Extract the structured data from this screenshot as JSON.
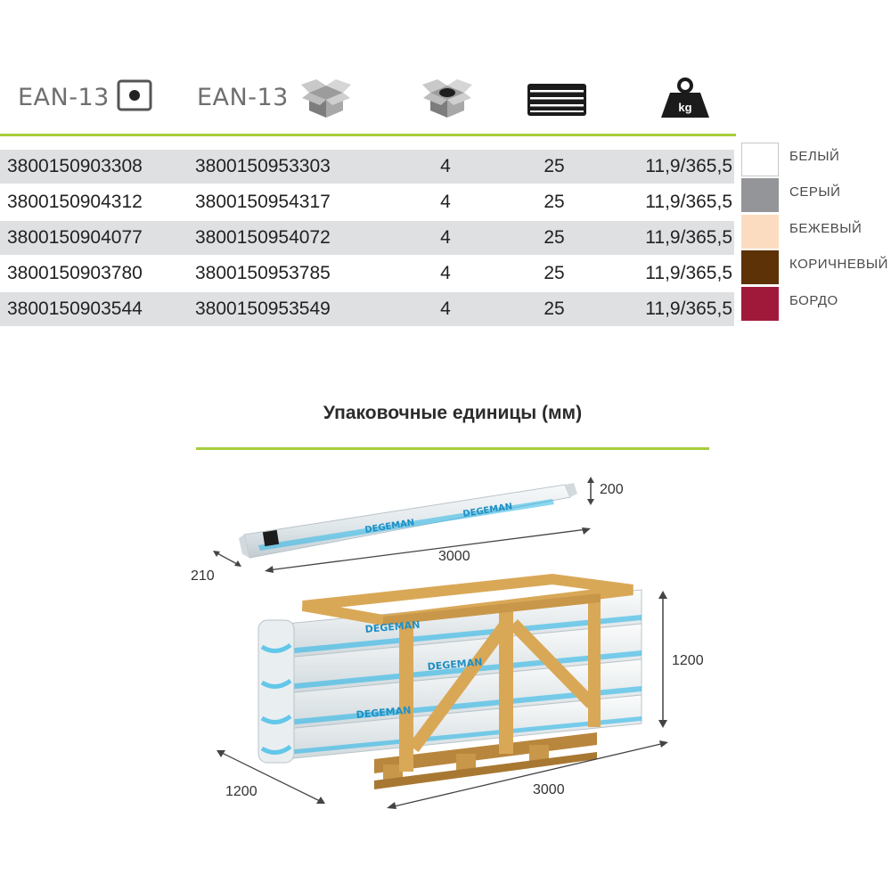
{
  "header": {
    "col1_label": "EAN-13",
    "col2_label": "EAN-13",
    "col1_icon": "single-unit-box-icon",
    "col2_icon": "open-carton-icon",
    "col3_icon": "carton-with-unit-icon",
    "col4_icon": "pallet-icon",
    "col5_icon": "weight-kg-icon",
    "weight_icon_text": "kg"
  },
  "table": {
    "rows": [
      {
        "ean_unit": "3800150903308",
        "ean_box": "3800150953303",
        "per_box": "4",
        "per_pallet": "25",
        "weight": "11,9/365,5"
      },
      {
        "ean_unit": "3800150904312",
        "ean_box": "3800150954317",
        "per_box": "4",
        "per_pallet": "25",
        "weight": "11,9/365,5"
      },
      {
        "ean_unit": "3800150904077",
        "ean_box": "3800150954072",
        "per_box": "4",
        "per_pallet": "25",
        "weight": "11,9/365,5"
      },
      {
        "ean_unit": "3800150903780",
        "ean_box": "3800150953785",
        "per_box": "4",
        "per_pallet": "25",
        "weight": "11,9/365,5"
      },
      {
        "ean_unit": "3800150903544",
        "ean_box": "3800150953549",
        "per_box": "4",
        "per_pallet": "25",
        "weight": "11,9/365,5"
      }
    ]
  },
  "colors": [
    {
      "name": "БЕЛЫЙ",
      "hex": "#ffffff"
    },
    {
      "name": "СЕРЫЙ",
      "hex": "#939598"
    },
    {
      "name": "БЕЖЕВЫЙ",
      "hex": "#fcdcc0"
    },
    {
      "name": "КОРИЧНЕВЫЙ",
      "hex": "#5c3206"
    },
    {
      "name": "БОРДО",
      "hex": "#a1193a"
    }
  ],
  "packaging": {
    "title": "Упаковочные единицы (мм)",
    "bag_height": "200",
    "bag_length": "3000",
    "bag_width": "210",
    "pallet_height": "1200",
    "pallet_depth": "1200",
    "pallet_length": "3000",
    "brand_text": "DEGEMAN"
  },
  "accent_color": "#a6cd3b"
}
